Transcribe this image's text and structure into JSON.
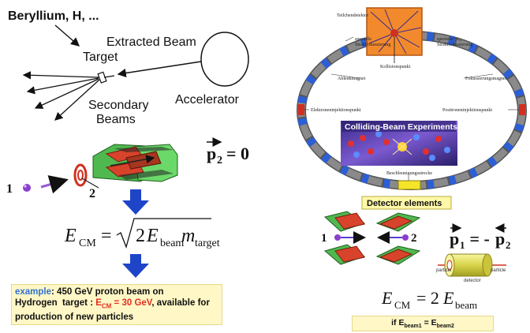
{
  "fixed_target": {
    "target_material_label": "Beryllium, H, ...",
    "extracted_beam_label": "Extracted Beam",
    "target_label": "Target",
    "secondary_beams_label": [
      "Secondary",
      "Beams"
    ],
    "accelerator_label": "Accelerator",
    "particle_1_label": "1",
    "particle_2_label": "2",
    "p2_vector": "p",
    "p2_subscript": "2",
    "p2_equals": "= 0",
    "ecm_lhs": "E",
    "ecm_lhs_sub": "CM",
    "ecm_equals": "=",
    "ecm_sqrt_coeff": "2",
    "ecm_sqrt_e": "E",
    "ecm_sqrt_e_sub": "beam",
    "ecm_sqrt_m": "m",
    "ecm_sqrt_m_sub": "target",
    "example": {
      "prefix": "example",
      "line1_rest": ": 450 GeV proton beam on",
      "line2_a": "Hydrogen  target : ",
      "line2_highlight": "E",
      "line2_highlight_sub": "CM",
      "line2_highlight_rest": " = 30 GeV",
      "line2_b": ", available for",
      "line3": "production of new particles"
    },
    "colors": {
      "example_prefix": "#2f6fd6",
      "highlight": "#e03020",
      "arrow": "#1e44c8"
    }
  },
  "collider": {
    "ring_labels": {
      "top_detector": "Teilchendetektor",
      "focus_left": [
        "spezielle",
        "Strahlfokussierung"
      ],
      "focus_right": [
        "spezielle",
        "Strahlfokussierung"
      ],
      "collision_point": "Kollisionspunkt",
      "bending_magnet": "Ablenkmagnet",
      "focusing_magnet": "Fokussierungsmagnet",
      "electron_injection": "Elektroneninjektionspunkt",
      "positron_injection": "Positroneninjektionspunkt",
      "accel_section": "Beschleunigungsstrecke"
    },
    "banner": "Colliding-Beam Experiments",
    "detector_elements": "Detector elements",
    "particle_1_label": "1",
    "particle_2_label": "2",
    "p1": "p",
    "p1_sub": "1",
    "p_equals": " = -",
    "p2": "p",
    "p2_sub": "2",
    "small_particle_left": "particle",
    "small_detector": "detector",
    "small_particle_right": "particle",
    "ecm_lhs": "E",
    "ecm_lhs_sub": "CM",
    "ecm_rhs": "= 2",
    "ecm_rhs_e": "E",
    "ecm_rhs_sub": "beam",
    "condition": {
      "prefix": "if E",
      "sub1": "beam1",
      "mid": " = E",
      "sub2": "beam2"
    }
  }
}
